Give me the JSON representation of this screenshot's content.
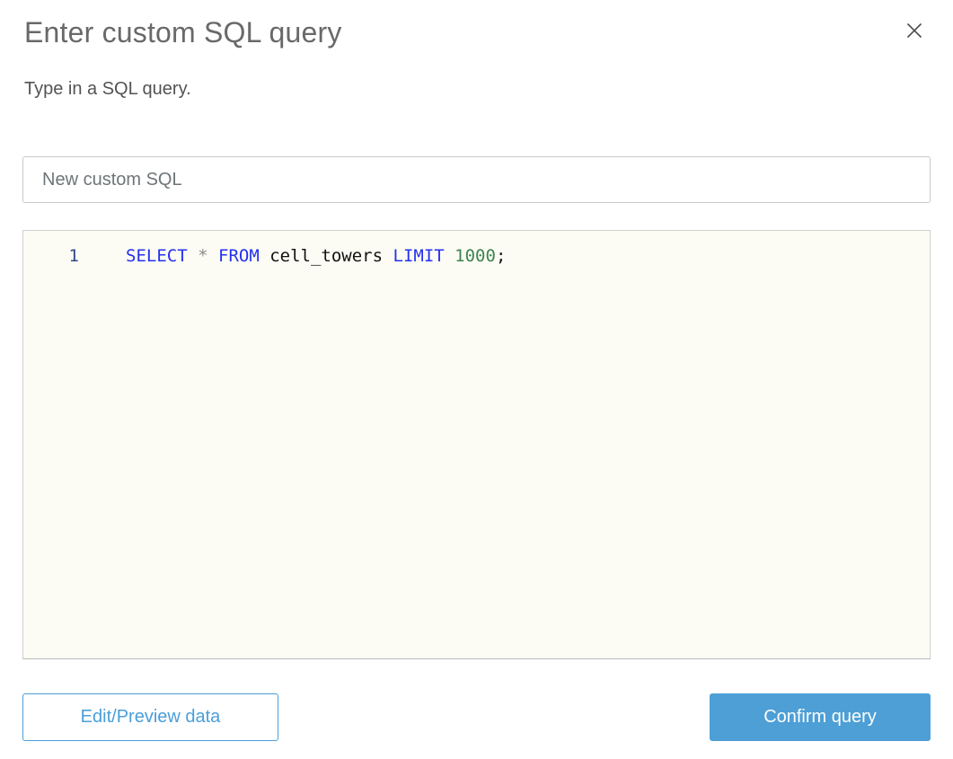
{
  "dialog": {
    "title": "Enter custom SQL query",
    "subtitle": "Type in a SQL query.",
    "close_icon": "close-icon"
  },
  "name_input": {
    "value": "New custom SQL"
  },
  "editor": {
    "language": "sql",
    "lines": [
      {
        "number": "1",
        "text": "SELECT * FROM cell_towers LIMIT 1000;",
        "tokens": [
          {
            "text": "SELECT",
            "type": "keyword"
          },
          {
            "text": " ",
            "type": "plain"
          },
          {
            "text": "*",
            "type": "operator"
          },
          {
            "text": " ",
            "type": "plain"
          },
          {
            "text": "FROM",
            "type": "keyword"
          },
          {
            "text": " ",
            "type": "plain"
          },
          {
            "text": "cell_towers",
            "type": "identifier"
          },
          {
            "text": " ",
            "type": "plain"
          },
          {
            "text": "LIMIT",
            "type": "keyword"
          },
          {
            "text": " ",
            "type": "plain"
          },
          {
            "text": "1000",
            "type": "number"
          },
          {
            "text": ";",
            "type": "punctuation"
          }
        ]
      }
    ]
  },
  "footer": {
    "edit_preview_label": "Edit/Preview data",
    "confirm_label": "Confirm query"
  },
  "colors": {
    "accent_blue": "#4d9fd6",
    "secondary_button_blue": "#4a9ed9",
    "title_gray": "#696969",
    "editor_background": "#fdfcf4",
    "keyword_blue": "#2531ef",
    "number_green": "#3d8452",
    "operator_gray": "#8c8c8c",
    "line_number_navy": "#2a4a87"
  }
}
